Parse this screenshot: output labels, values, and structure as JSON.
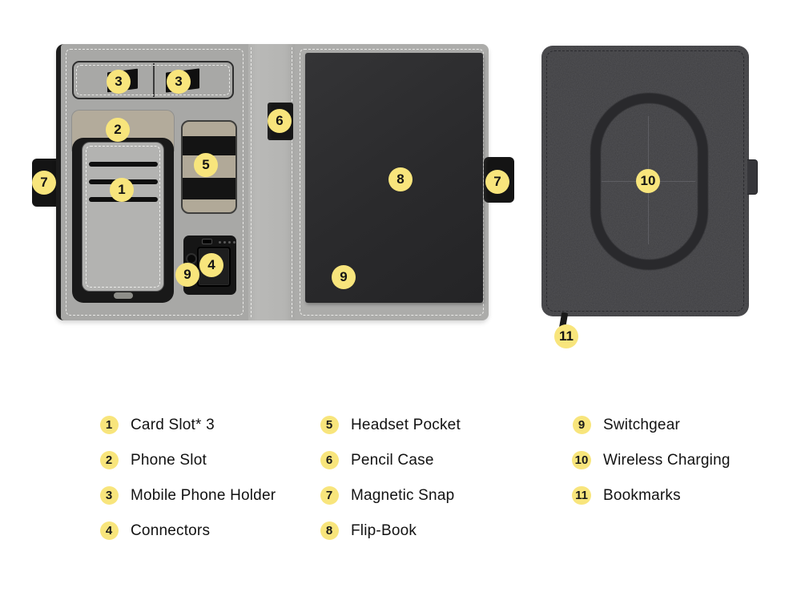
{
  "colors": {
    "badge_bg": "#f8e57c",
    "badge_text": "#1a1a1a",
    "cover_gray": "#a8a8a6",
    "spine_gray": "#b5b5b3",
    "pocket_beige": "#b3ab9b",
    "hardware_black": "#161616",
    "flipbook_dark": "#2c2c2e",
    "notebook_fabric": "#3d3d40",
    "page_background": "#ffffff"
  },
  "callouts": [
    {
      "num": "3"
    },
    {
      "num": "3"
    },
    {
      "num": "2"
    },
    {
      "num": "1"
    },
    {
      "num": "5"
    },
    {
      "num": "4"
    },
    {
      "num": "9"
    },
    {
      "num": "6"
    },
    {
      "num": "8"
    },
    {
      "num": "9"
    },
    {
      "num": "7"
    },
    {
      "num": "7"
    },
    {
      "num": "10"
    },
    {
      "num": "11"
    }
  ],
  "legend": {
    "columns": [
      {
        "items": [
          {
            "num": "1",
            "label": "Card Slot* 3"
          },
          {
            "num": "2",
            "label": "Phone Slot"
          },
          {
            "num": "3",
            "label": "Mobile Phone Holder"
          },
          {
            "num": "4",
            "label": "Connectors"
          }
        ]
      },
      {
        "items": [
          {
            "num": "5",
            "label": "Headset Pocket"
          },
          {
            "num": "6",
            "label": "Pencil Case"
          },
          {
            "num": "7",
            "label": "Magnetic Snap"
          },
          {
            "num": "8",
            "label": "Flip-Book"
          }
        ]
      },
      {
        "items": [
          {
            "num": "9",
            "label": "Switchgear"
          },
          {
            "num": "10",
            "label": "Wireless Charging"
          },
          {
            "num": "11",
            "label": "Bookmarks"
          }
        ]
      }
    ]
  }
}
